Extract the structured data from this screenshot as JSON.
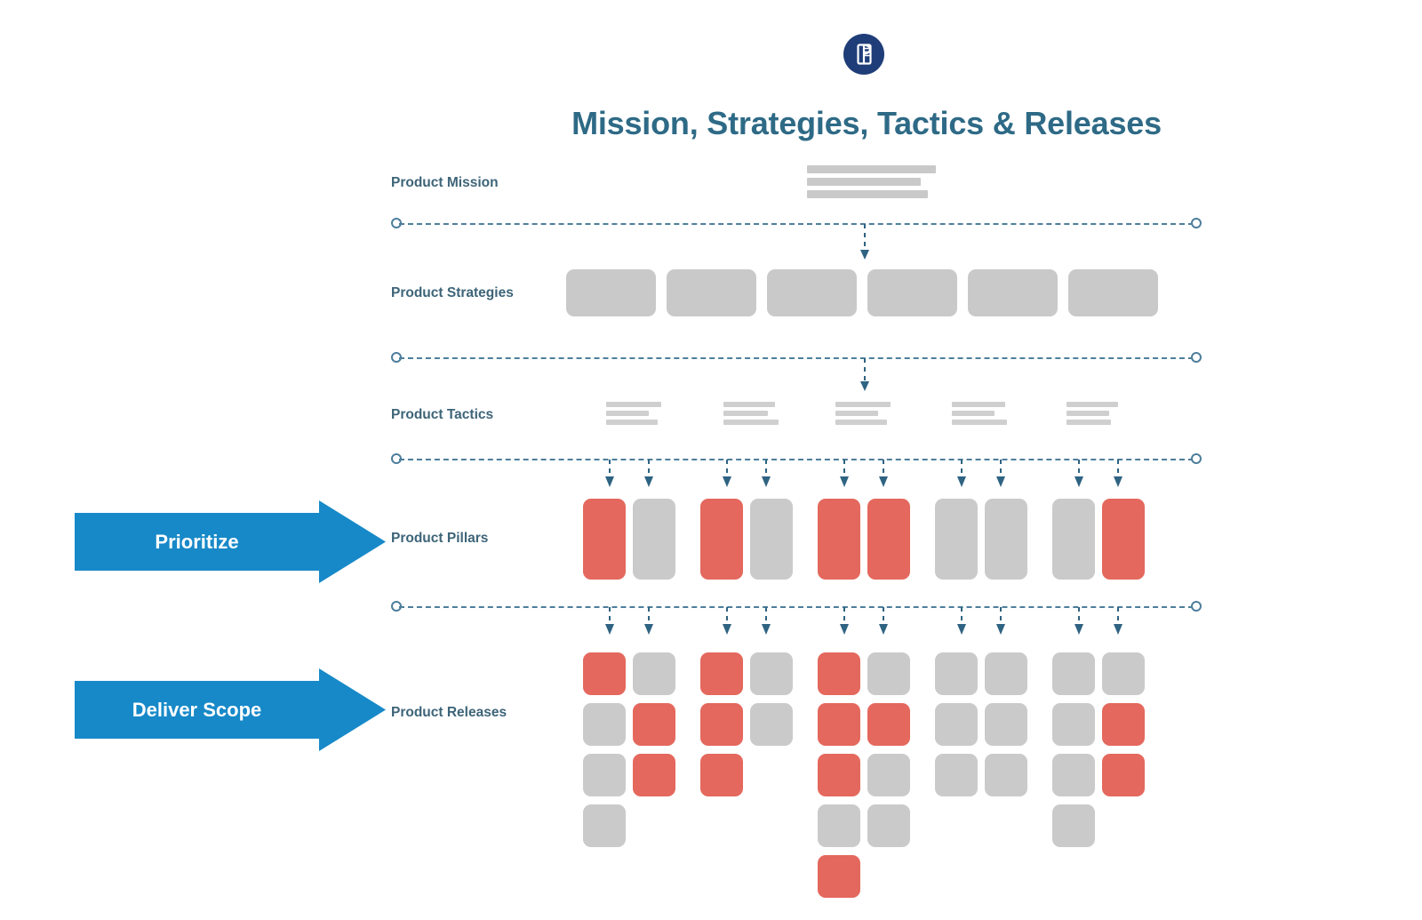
{
  "header": {
    "logo_icon": "bubble-document-logo-icon",
    "title": "Mission, Strategies, Tactics & Releases"
  },
  "colors": {
    "title": "#2e6a86",
    "label": "#3d6478",
    "rail": "#4d7e9b",
    "accent_red": "#e4685d",
    "neutral_gray": "#cacaca",
    "cta_blue": "#1789c8",
    "logo_navy": "#1f3d78"
  },
  "rows": [
    {
      "id": "mission",
      "label": "Product Mission"
    },
    {
      "id": "strategies",
      "label": "Product Strategies"
    },
    {
      "id": "tactics",
      "label": "Product Tactics"
    },
    {
      "id": "pillars",
      "label": "Product Pillars"
    },
    {
      "id": "releases",
      "label": "Product Releases"
    }
  ],
  "cta": [
    {
      "id": "prioritize",
      "label": "Prioritize"
    },
    {
      "id": "deliver-scope",
      "label": "Deliver Scope"
    }
  ],
  "chart_data": {
    "type": "diagram",
    "title": "Mission, Strategies, Tactics & Releases",
    "levels": [
      "Product Mission",
      "Product Strategies",
      "Product Tactics",
      "Product Pillars",
      "Product Releases"
    ],
    "mission": {
      "placeholder_bars": 3,
      "bar_widths": [
        145,
        128,
        136
      ]
    },
    "strategies": {
      "count": 6,
      "state": [
        "gray",
        "gray",
        "gray",
        "gray",
        "gray",
        "gray"
      ]
    },
    "tactics": {
      "groups": 5,
      "lines_per_group": 3,
      "line_widths": [
        [
          62,
          48,
          58
        ],
        [
          58,
          50,
          62
        ],
        [
          62,
          48,
          58
        ],
        [
          60,
          48,
          62
        ],
        [
          58,
          48,
          50
        ]
      ]
    },
    "pillars": {
      "groups": 5,
      "columns_per_group": 2,
      "states": [
        [
          "red",
          "gray"
        ],
        [
          "red",
          "gray"
        ],
        [
          "red",
          "red"
        ],
        [
          "gray",
          "gray"
        ],
        [
          "gray",
          "red"
        ]
      ]
    },
    "releases": {
      "groups": 5,
      "columns_per_group": 2,
      "states": [
        [
          [
            "red",
            "gray",
            "gray",
            "gray"
          ],
          [
            "gray",
            "red",
            "red"
          ]
        ],
        [
          [
            "red",
            "red",
            "red"
          ],
          [
            "gray",
            "gray"
          ]
        ],
        [
          [
            "red",
            "red",
            "red",
            "gray",
            "red"
          ],
          [
            "gray",
            "red",
            "gray",
            "gray"
          ]
        ],
        [
          [
            "gray",
            "gray",
            "gray"
          ],
          [
            "gray",
            "gray",
            "gray"
          ]
        ],
        [
          [
            "gray",
            "gray",
            "gray",
            "gray"
          ],
          [
            "gray",
            "red",
            "red"
          ]
        ]
      ]
    },
    "connectors": {
      "rails": 4,
      "rail_style": "dashed-with-circle-endcaps",
      "arrow_style": "dashed-down-arrow"
    }
  }
}
